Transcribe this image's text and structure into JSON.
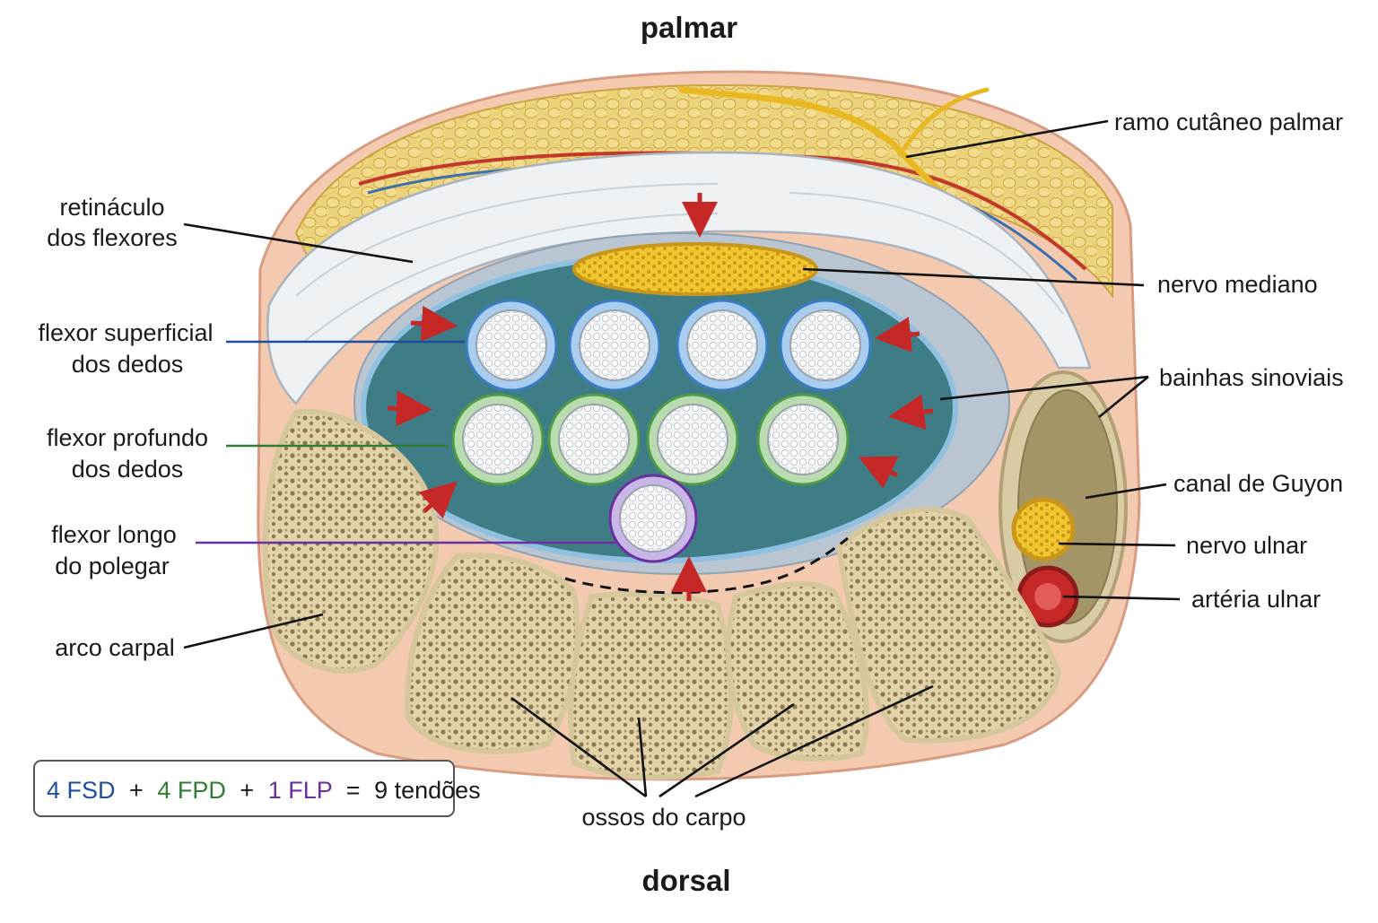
{
  "orientation": {
    "top": "palmar",
    "bottom": "dorsal"
  },
  "labels": {
    "ramo_cutaneo": "ramo cutâneo palmar",
    "retinaculo_l1": "retináculo",
    "retinaculo_l2": "dos flexores",
    "nervo_mediano": "nervo mediano",
    "fsd_l1": "flexor superficial",
    "fsd_l2": "dos dedos",
    "bainhas": "bainhas sinoviais",
    "fpd_l1": "flexor profundo",
    "fpd_l2": "dos dedos",
    "canal_guyon": "canal de Guyon",
    "flp_l1": "flexor longo",
    "flp_l2": "do polegar",
    "nervo_ulnar": "nervo ulnar",
    "arteria_ulnar": "artéria ulnar",
    "arco_carpal": "arco carpal",
    "ossos_carpo": "ossos do carpo"
  },
  "legend": {
    "fsd": "4 FSD",
    "plus1": "+",
    "fpd": "4 FPD",
    "plus2": "+",
    "flp": "1 FLP",
    "equals": "=",
    "total": "9 tendões"
  },
  "colors": {
    "fsd": "#1f4e9c",
    "fpd": "#2e7d32",
    "flp": "#6a2fa0",
    "arrow": "#c62828",
    "nerve": "#e8b820",
    "fat": "#ecd27a",
    "skin": "#f3c9b0",
    "canal_fluid": "#3f7d86",
    "bone": "#e9dcb8",
    "artery": "#c62828"
  }
}
